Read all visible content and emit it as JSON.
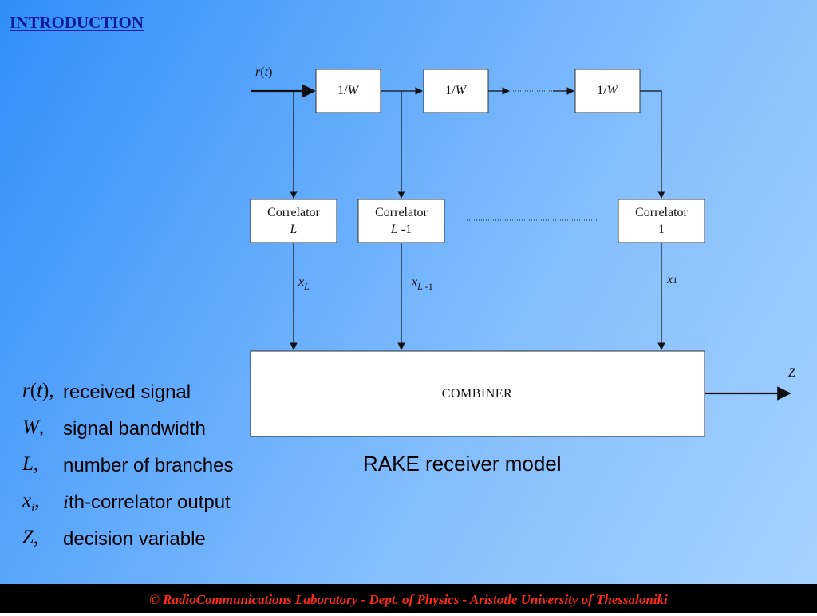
{
  "heading": "INTRODUCTION",
  "diagram": {
    "input_label": {
      "base": "r",
      "open": "(",
      "arg": "t",
      "close": ")"
    },
    "delay": {
      "num": "1/",
      "den": "W"
    },
    "correlators": [
      {
        "line1": "Correlator",
        "line2_italic": "L",
        "line2_rest": ""
      },
      {
        "line1": "Correlator",
        "line2_italic": "L",
        "line2_rest": " -1"
      },
      {
        "line1": "Correlator",
        "line2_italic": "",
        "line2_rest": "1"
      }
    ],
    "outputs": [
      {
        "base": "x",
        "sub_italic": "L",
        "sub_rest": ""
      },
      {
        "base": "x",
        "sub_italic": "L",
        "sub_rest": " -1"
      },
      {
        "base": "x",
        "sub_italic": "",
        "sub_rest": "1"
      }
    ],
    "combiner": "COMBINER",
    "output_label": "Z"
  },
  "caption": "RAKE receiver model",
  "legend": [
    {
      "sym": "r",
      "paren_open": "(",
      "sym_arg": "t",
      "paren_close": "),",
      "desc": "received signal"
    },
    {
      "sym": "W",
      "suffix": ",",
      "desc": "signal bandwidth"
    },
    {
      "sym": "L",
      "suffix": ",",
      "desc": "number of branches"
    },
    {
      "sym": "x",
      "sub": "i",
      "suffix": ",",
      "desc_italic": "i",
      "desc": "th-correlator output"
    },
    {
      "sym": "Z",
      "suffix": ",",
      "desc": "decision variable"
    }
  ],
  "footer": "© RadioCommunications Laboratory - Dept. of Physics - Aristotle University of Thessaloniki",
  "colors": {
    "heading": "#0a1a9c",
    "footer_text": "#ff2a1a",
    "footer_bg": "#000000"
  }
}
